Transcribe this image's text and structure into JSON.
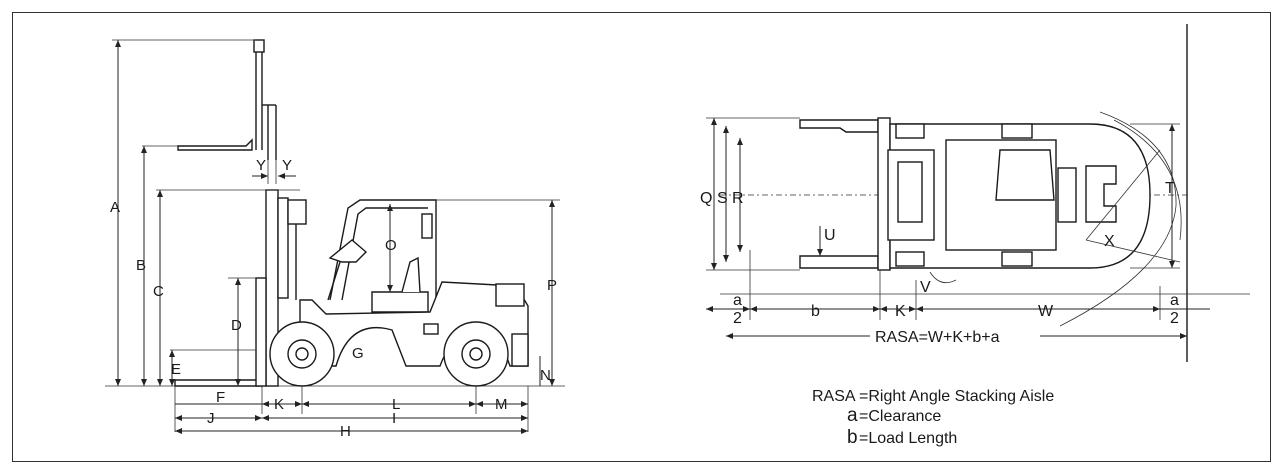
{
  "side_view": {
    "labels": {
      "A": "A",
      "B": "B",
      "C": "C",
      "D": "D",
      "E": "E",
      "F": "F",
      "G": "G",
      "H": "H",
      "I": "I",
      "J": "J",
      "K": "K",
      "L": "L",
      "M": "M",
      "N": "N",
      "O": "O",
      "P": "P",
      "Y1": "Y",
      "Y2": "Y"
    }
  },
  "top_view": {
    "labels": {
      "Q": "Q",
      "S": "S",
      "R": "R",
      "T": "T",
      "U": "U",
      "V": "V",
      "X": "X",
      "K": "K",
      "W": "W",
      "b": "b",
      "a_left_num": "a",
      "a_left_den": "2",
      "a_right_num": "a",
      "a_right_den": "2",
      "rasa_formula": "RASA=W+K+b+a"
    }
  },
  "legend": {
    "rasa_key": "RASA",
    "rasa_text": "=Right Angle Stacking Aisle",
    "a_key": "a",
    "a_text": "=Clearance",
    "b_key": "b",
    "b_text": "=Load Length"
  }
}
